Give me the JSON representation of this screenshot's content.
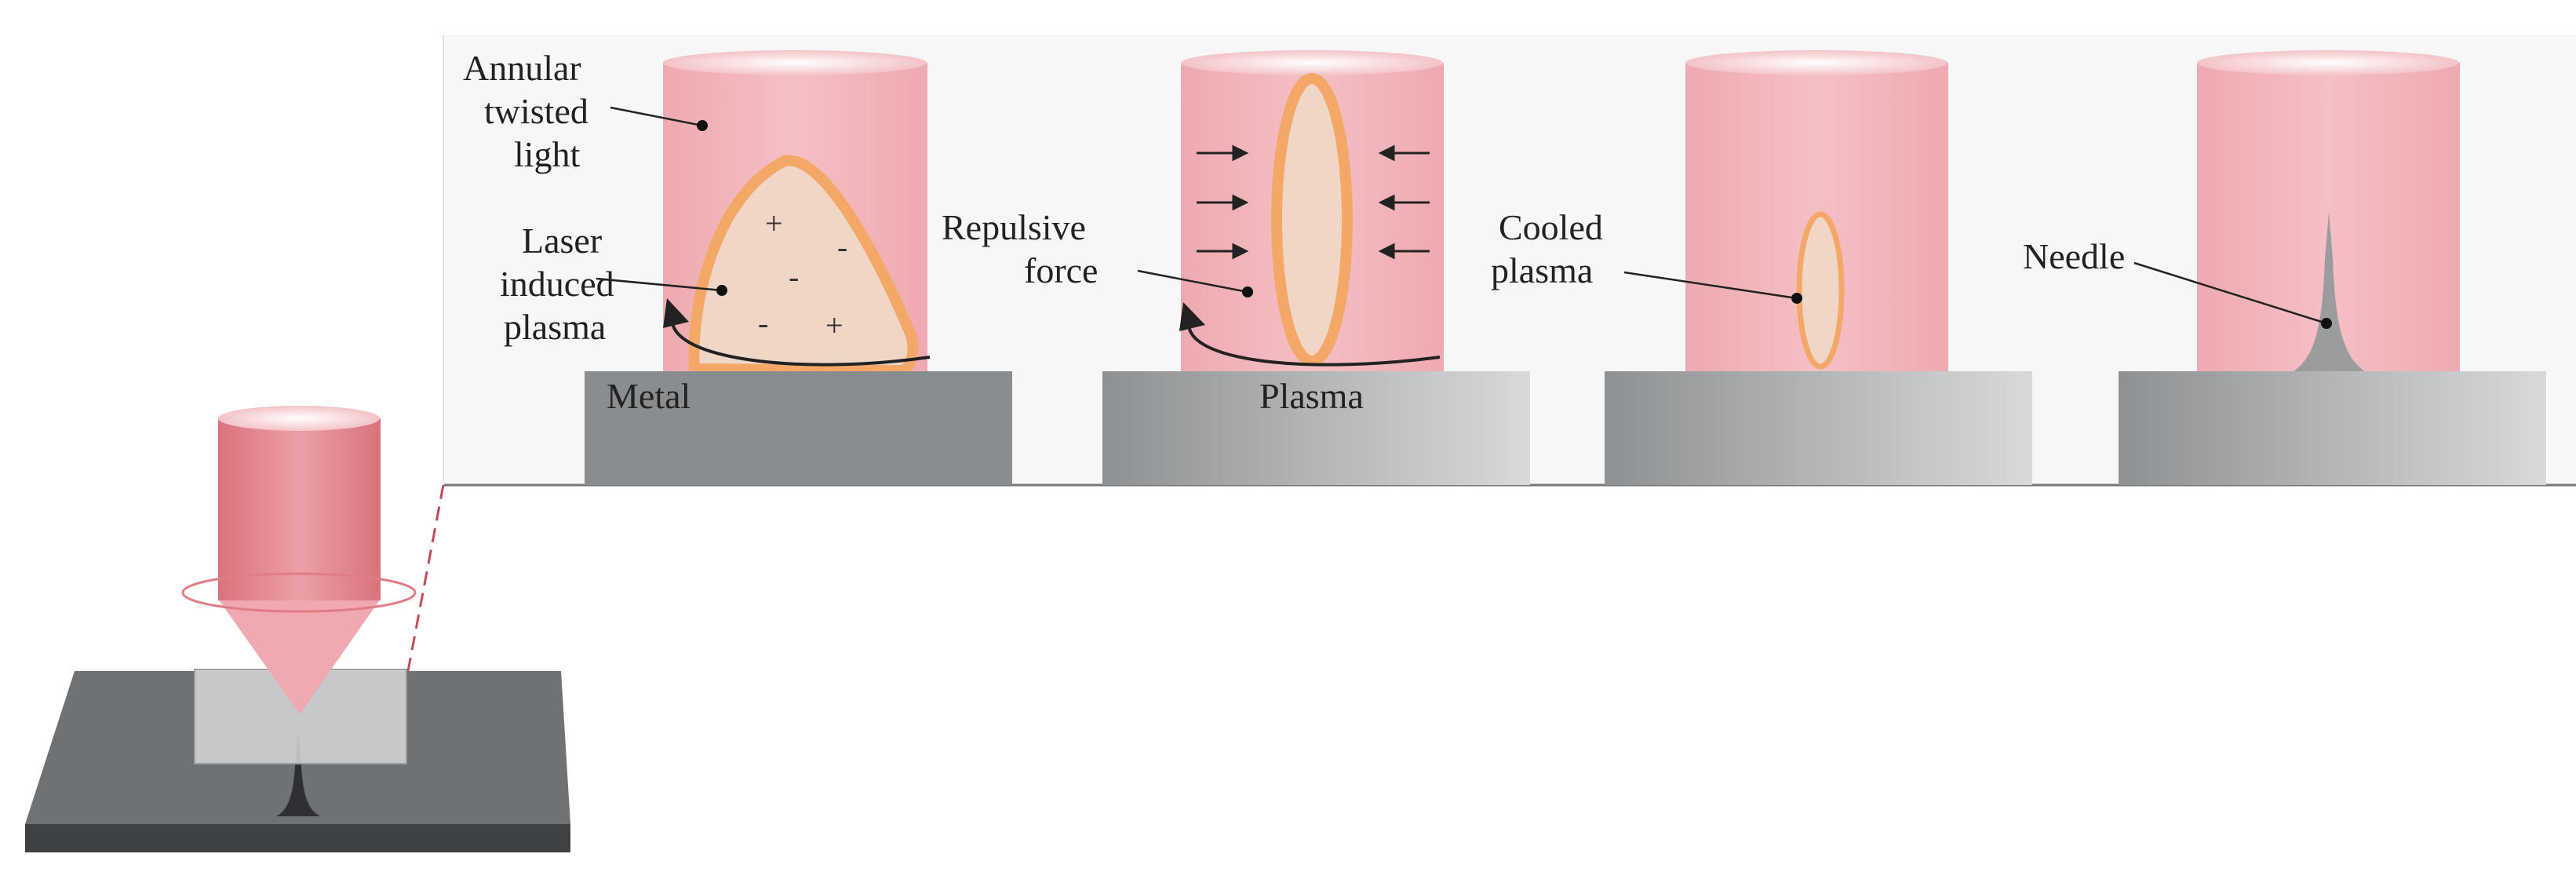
{
  "stages": [
    {
      "annotations": [
        "Annular",
        "twisted",
        "light",
        "Laser",
        "induced",
        "plasma"
      ],
      "substrate_label": "Metal"
    },
    {
      "annotations": [
        "Repulsive",
        "force"
      ],
      "substrate_label": "Plasma"
    },
    {
      "annotations": [
        "Cooled",
        "plasma"
      ],
      "substrate_label": ""
    },
    {
      "annotations": [
        "Needle"
      ],
      "substrate_label": ""
    }
  ],
  "charge_symbols": [
    "+",
    "-",
    "-",
    "-",
    "+"
  ],
  "colors": {
    "beam": "#f2b8bc",
    "beam_top": "#f7d3d6",
    "plasma_fill": "#efd6c6",
    "plasma_edge": "#f3a868",
    "metal": "#8a8d8f",
    "needle": "#9a9c9e",
    "lens": "#e18b93",
    "workpiece": "#6f7275"
  }
}
